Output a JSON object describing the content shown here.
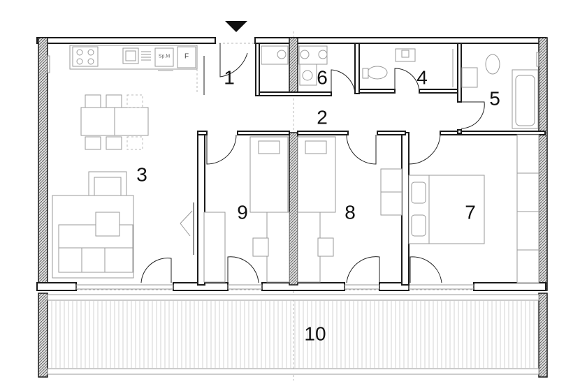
{
  "rooms": [
    {
      "id": "1",
      "label": "1"
    },
    {
      "id": "2",
      "label": "2"
    },
    {
      "id": "3",
      "label": "3"
    },
    {
      "id": "4",
      "label": "4"
    },
    {
      "id": "5",
      "label": "5"
    },
    {
      "id": "6",
      "label": "6"
    },
    {
      "id": "7",
      "label": "7"
    },
    {
      "id": "8",
      "label": "8"
    },
    {
      "id": "9",
      "label": "9"
    },
    {
      "id": "10",
      "label": "10"
    }
  ],
  "appliances": {
    "combi_label": "Sp.M",
    "fridge_label": "F"
  },
  "colors": {
    "wall": "#1a1a1a",
    "furniture": "#9a9a9a",
    "background": "#ffffff"
  },
  "icons": {
    "entrance": "entrance-arrow-icon"
  }
}
